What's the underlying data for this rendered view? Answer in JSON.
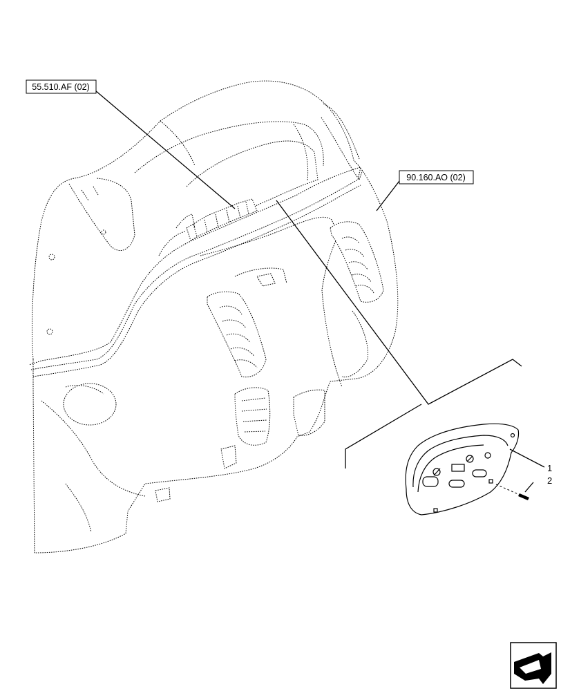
{
  "references": [
    {
      "label": "55.510.AF (02)"
    },
    {
      "label": "90.160.AO (02)"
    }
  ],
  "callouts": [
    {
      "number": "1",
      "part": "instrument-cluster"
    },
    {
      "number": "2",
      "part": "screw"
    }
  ],
  "nav_icon": "next-page-arrow-icon",
  "colors": {
    "line": "#000000",
    "background": "#ffffff"
  }
}
